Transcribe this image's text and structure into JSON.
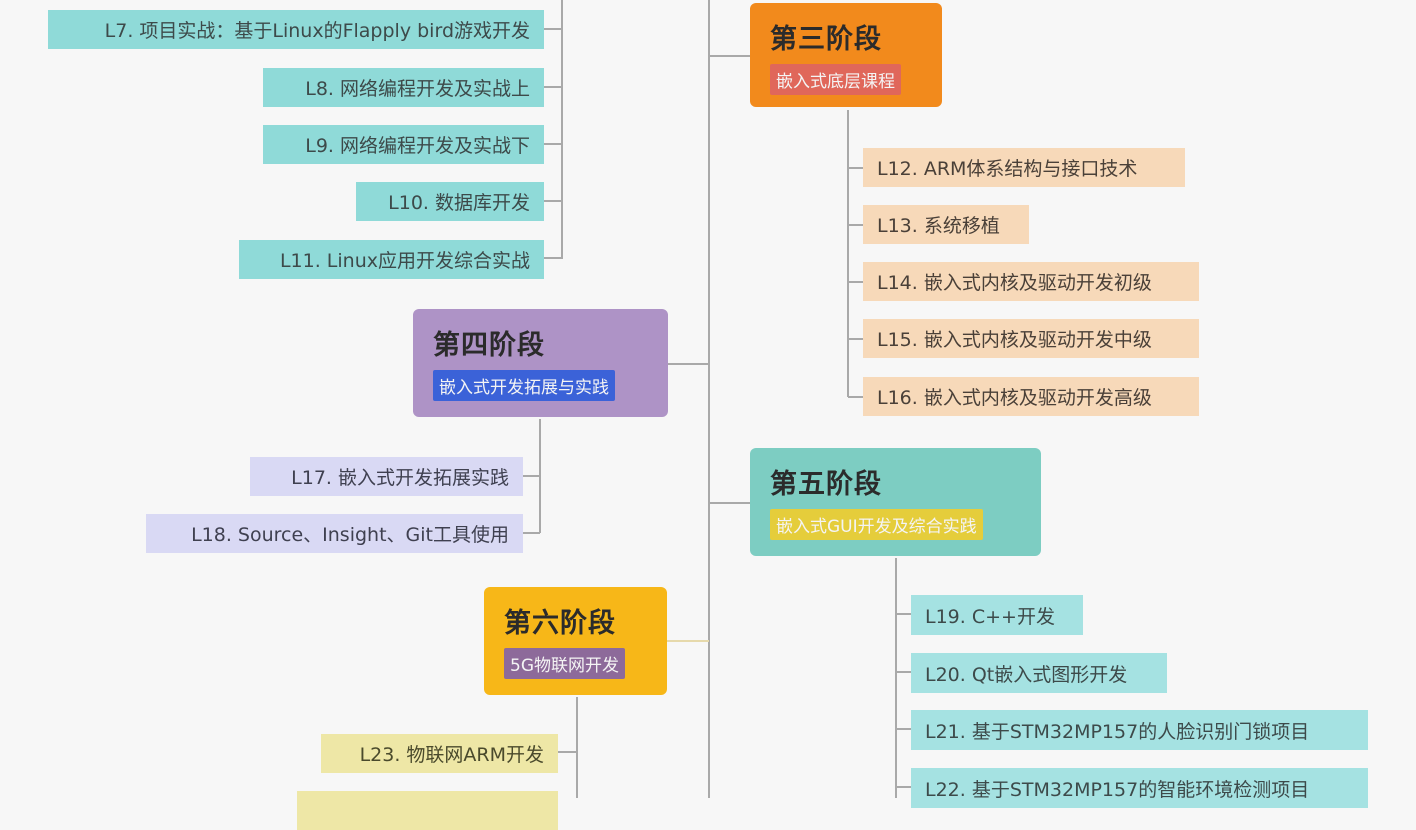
{
  "mindmap": {
    "colors": {
      "background": "#f7f7f7",
      "connector": "#a9a9a9",
      "stage2_leaf": "#8fdad8",
      "stage3_box": "#f28a1c",
      "stage3_tag": "#e0675a",
      "stage3_leaf": "#f7d9b9",
      "stage4_box": "#ae93c6",
      "stage4_tag": "#3b62d8",
      "stage4_leaf": "#d9d9f4",
      "stage5_box": "#7dcdc2",
      "stage5_tag": "#e5cd3b",
      "stage5_leaf": "#a5e2e2",
      "stage6_box": "#f7b718",
      "stage6_tag": "#8d6a9a",
      "stage6_leaf": "#eee7a6"
    },
    "stage2_leaves": [
      "L7. 项目实战：基于Linux的Flapply bird游戏开发",
      "L8. 网络编程开发及实战上",
      "L9. 网络编程开发及实战下",
      "L10. 数据库开发",
      "L11. Linux应用开发综合实战"
    ],
    "stage3": {
      "title": "第三阶段",
      "tag": "嵌入式底层课程",
      "leaves": [
        "L12. ARM体系结构与接口技术",
        "L13. 系统移植",
        "L14. 嵌入式内核及驱动开发初级",
        "L15. 嵌入式内核及驱动开发中级",
        "L16. 嵌入式内核及驱动开发高级"
      ]
    },
    "stage4": {
      "title": "第四阶段",
      "tag": "嵌入式开发拓展与实践",
      "leaves": [
        "L17. 嵌入式开发拓展实践",
        "L18. Source、Insight、Git工具使用"
      ]
    },
    "stage5": {
      "title": "第五阶段",
      "tag": "嵌入式GUI开发及综合实践",
      "leaves": [
        "L19. C++开发",
        "L20. Qt嵌入式图形开发",
        "L21. 基于STM32MP157的人脸识别门锁项目",
        "L22. 基于STM32MP157的智能环境检测项目"
      ]
    },
    "stage6": {
      "title": "第六阶段",
      "tag": "5G物联网开发",
      "leaves": [
        "L23. 物联网ARM开发",
        ""
      ]
    }
  }
}
